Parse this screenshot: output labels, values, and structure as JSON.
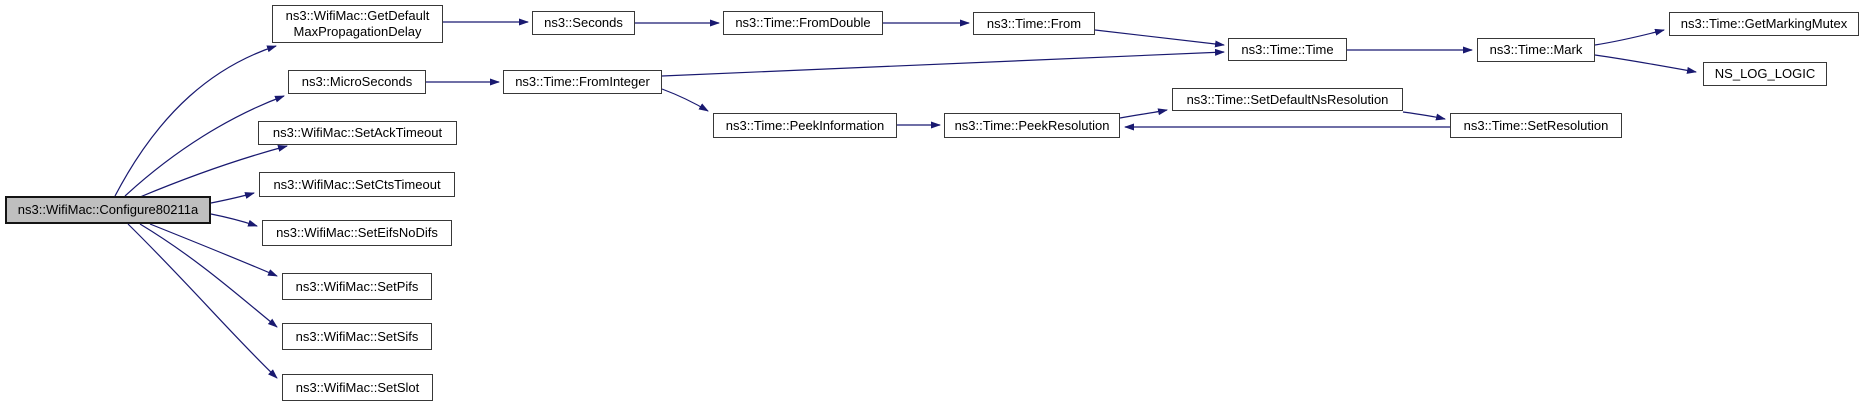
{
  "diagram": {
    "kind": "call-graph",
    "colors": {
      "background": "#ffffff",
      "edge": "#191970",
      "node_fill": "#ffffff",
      "node_border": "#383838",
      "root_fill": "#bfbfbf",
      "text": "#000000"
    },
    "nodes": [
      {
        "id": "configure80211a",
        "label": "ns3::WifiMac::Configure80211a",
        "role": "root"
      },
      {
        "id": "get-default-max-propagation-delay",
        "label": "ns3::WifiMac::GetDefault\nMaxPropagationDelay",
        "role": "callee"
      },
      {
        "id": "micro-seconds",
        "label": "ns3::MicroSeconds",
        "role": "callee"
      },
      {
        "id": "set-ack-timeout",
        "label": "ns3::WifiMac::SetAckTimeout",
        "role": "callee"
      },
      {
        "id": "set-cts-timeout",
        "label": "ns3::WifiMac::SetCtsTimeout",
        "role": "callee"
      },
      {
        "id": "set-eifs-no-difs",
        "label": "ns3::WifiMac::SetEifsNoDifs",
        "role": "callee"
      },
      {
        "id": "set-pifs",
        "label": "ns3::WifiMac::SetPifs",
        "role": "callee"
      },
      {
        "id": "set-sifs",
        "label": "ns3::WifiMac::SetSifs",
        "role": "callee"
      },
      {
        "id": "set-slot",
        "label": "ns3::WifiMac::SetSlot",
        "role": "callee"
      },
      {
        "id": "seconds",
        "label": "ns3::Seconds",
        "role": "callee"
      },
      {
        "id": "from-integer",
        "label": "ns3::Time::FromInteger",
        "role": "callee"
      },
      {
        "id": "from-double",
        "label": "ns3::Time::FromDouble",
        "role": "callee"
      },
      {
        "id": "peek-information",
        "label": "ns3::Time::PeekInformation",
        "role": "callee"
      },
      {
        "id": "from",
        "label": "ns3::Time::From",
        "role": "callee"
      },
      {
        "id": "peek-resolution",
        "label": "ns3::Time::PeekResolution",
        "role": "callee"
      },
      {
        "id": "time",
        "label": "ns3::Time::Time",
        "role": "callee"
      },
      {
        "id": "set-default-ns-resolution",
        "label": "ns3::Time::SetDefaultNsResolution",
        "role": "callee"
      },
      {
        "id": "mark",
        "label": "ns3::Time::Mark",
        "role": "callee"
      },
      {
        "id": "set-resolution",
        "label": "ns3::Time::SetResolution",
        "role": "callee"
      },
      {
        "id": "get-marking-mutex",
        "label": "ns3::Time::GetMarkingMutex",
        "role": "callee"
      },
      {
        "id": "ns-log-logic",
        "label": "NS_LOG_LOGIC",
        "role": "callee"
      }
    ],
    "edges": [
      {
        "from": "configure80211a",
        "to": "get-default-max-propagation-delay"
      },
      {
        "from": "configure80211a",
        "to": "micro-seconds"
      },
      {
        "from": "configure80211a",
        "to": "set-ack-timeout"
      },
      {
        "from": "configure80211a",
        "to": "set-cts-timeout"
      },
      {
        "from": "configure80211a",
        "to": "set-eifs-no-difs"
      },
      {
        "from": "configure80211a",
        "to": "set-pifs"
      },
      {
        "from": "configure80211a",
        "to": "set-sifs"
      },
      {
        "from": "configure80211a",
        "to": "set-slot"
      },
      {
        "from": "get-default-max-propagation-delay",
        "to": "seconds"
      },
      {
        "from": "seconds",
        "to": "from-double"
      },
      {
        "from": "from-double",
        "to": "from"
      },
      {
        "from": "from",
        "to": "time"
      },
      {
        "from": "micro-seconds",
        "to": "from-integer"
      },
      {
        "from": "from-integer",
        "to": "time"
      },
      {
        "from": "from-integer",
        "to": "peek-information"
      },
      {
        "from": "peek-information",
        "to": "peek-resolution"
      },
      {
        "from": "peek-resolution",
        "to": "set-default-ns-resolution"
      },
      {
        "from": "set-default-ns-resolution",
        "to": "set-resolution"
      },
      {
        "from": "set-resolution",
        "to": "peek-resolution"
      },
      {
        "from": "time",
        "to": "mark"
      },
      {
        "from": "mark",
        "to": "get-marking-mutex"
      },
      {
        "from": "mark",
        "to": "ns-log-logic"
      }
    ]
  }
}
